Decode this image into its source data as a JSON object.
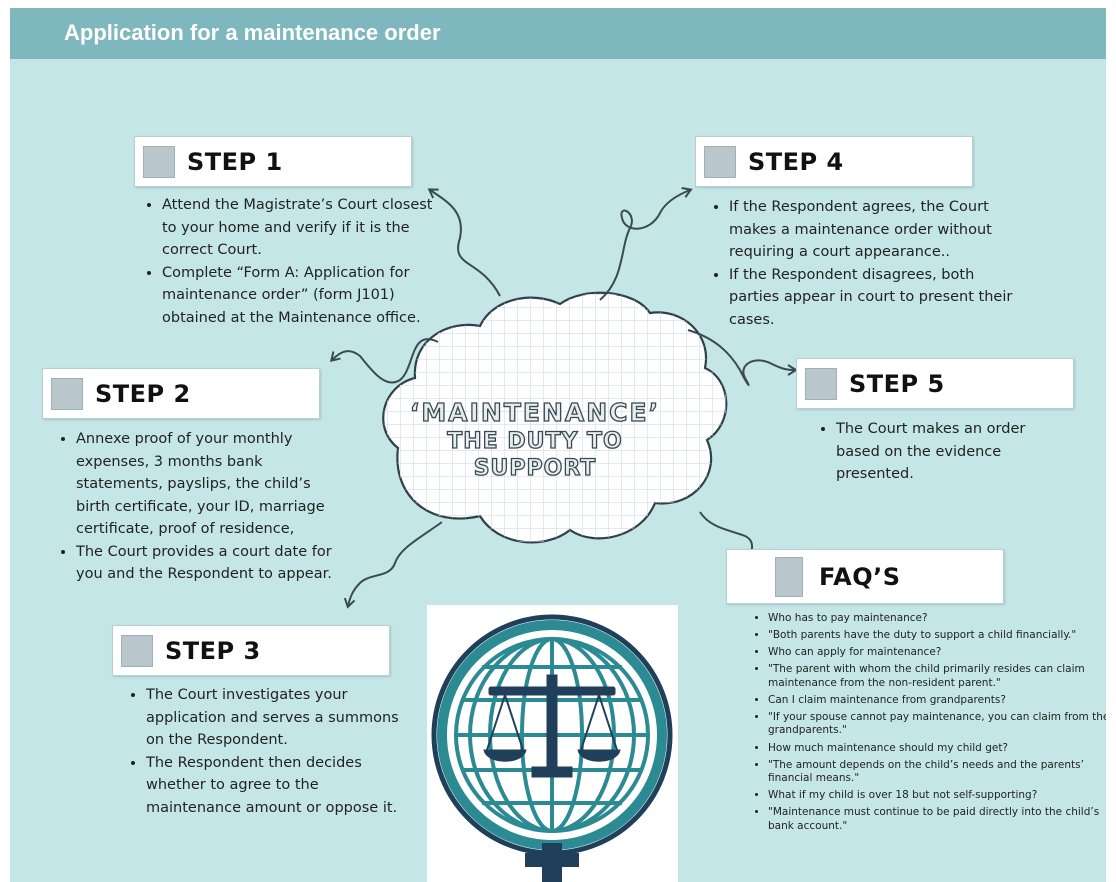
{
  "header": {
    "title": "Application for a maintenance order"
  },
  "center": {
    "line1": "‘Maintenance’",
    "line2": "the duty to",
    "line3": "support"
  },
  "step1": {
    "label": "STEP 1",
    "items": [
      "Attend the Magistrate’s Court closest to your home and verify if it is the correct Court.",
      "Complete “Form A: Application for maintenance order” (form J101) obtained at the Maintenance office."
    ]
  },
  "step2": {
    "label": "STEP 2",
    "items": [
      "Annexe proof of your monthly expenses, 3 months bank statements, payslips, the child’s birth certificate, your ID, marriage certificate, proof of residence,",
      "The Court provides a court date for you and the Respondent to appear."
    ]
  },
  "step3": {
    "label": "STEP 3",
    "items": [
      "The Court investigates your application and serves a summons on the Respondent.",
      "The Respondent  then decides whether to agree to the maintenance amount or oppose it."
    ]
  },
  "step4": {
    "label": "STEP 4",
    "items": [
      "If the Respondent agrees, the Court makes a maintenance order without requiring a court appearance..",
      "If the Respondent disagrees, both parties appear in court to present their cases."
    ]
  },
  "step5": {
    "label": "STEP 5",
    "items": [
      "The Court makes an order based on the evidence presented."
    ]
  },
  "faq": {
    "label": "FAQ’S",
    "items": [
      "Who has to pay maintenance?",
      "\"Both parents have the duty to support a child financially.\"",
      "Who can apply for maintenance?",
      "\"The parent with whom the child primarily resides can claim maintenance from the non-resident parent.\"",
      "Can I claim maintenance from grandparents?",
      "\"If your spouse cannot pay maintenance, you can claim from the grandparents.\"",
      "How much maintenance should my child get?",
      "\"The amount depends on the child’s needs and the parents’ financial means.\"",
      "What if my child is over 18 but not self-supporting?",
      "\"Maintenance must continue to be paid directly into the child’s bank account.\""
    ]
  },
  "colors": {
    "background": "#c5e6e7",
    "header": "#7fb7be",
    "logo_teal": "#2b8a92",
    "logo_navy": "#1f3f5a"
  },
  "icons": [
    "placeholder-square-icon",
    "scales-of-justice-globe-logo",
    "arrow-icon"
  ]
}
